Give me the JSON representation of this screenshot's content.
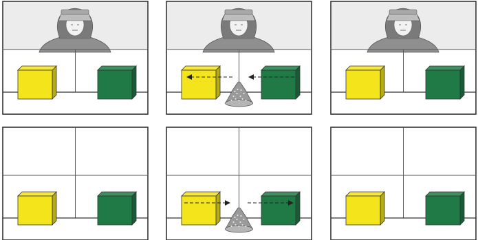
{
  "figure": {
    "panels": [
      {
        "row": 1,
        "col": 1,
        "person": true,
        "object": "none",
        "arrows": "none"
      },
      {
        "row": 1,
        "col": 2,
        "person": true,
        "object": "strainer",
        "arrows": "green-to-yellow"
      },
      {
        "row": 1,
        "col": 3,
        "person": true,
        "object": "none",
        "arrows": "none"
      },
      {
        "row": 2,
        "col": 1,
        "person": false,
        "object": "none",
        "arrows": "none"
      },
      {
        "row": 2,
        "col": 2,
        "person": false,
        "object": "strainer",
        "arrows": "yellow-to-green"
      },
      {
        "row": 2,
        "col": 3,
        "person": false,
        "object": "none",
        "arrows": "none"
      }
    ],
    "colors": {
      "yellow_box": "#f4e41c",
      "green_box": "#1f7a45",
      "frame": "#333333",
      "background_gray": "#ececec",
      "person_gray": "#8f8f8f",
      "strainer_gray": "#9a9a9a"
    },
    "icons": {
      "yellow": "yellow-cube-icon",
      "green": "green-cube-icon",
      "strainer": "strainer-icon",
      "person": "person-bust-icon"
    }
  }
}
